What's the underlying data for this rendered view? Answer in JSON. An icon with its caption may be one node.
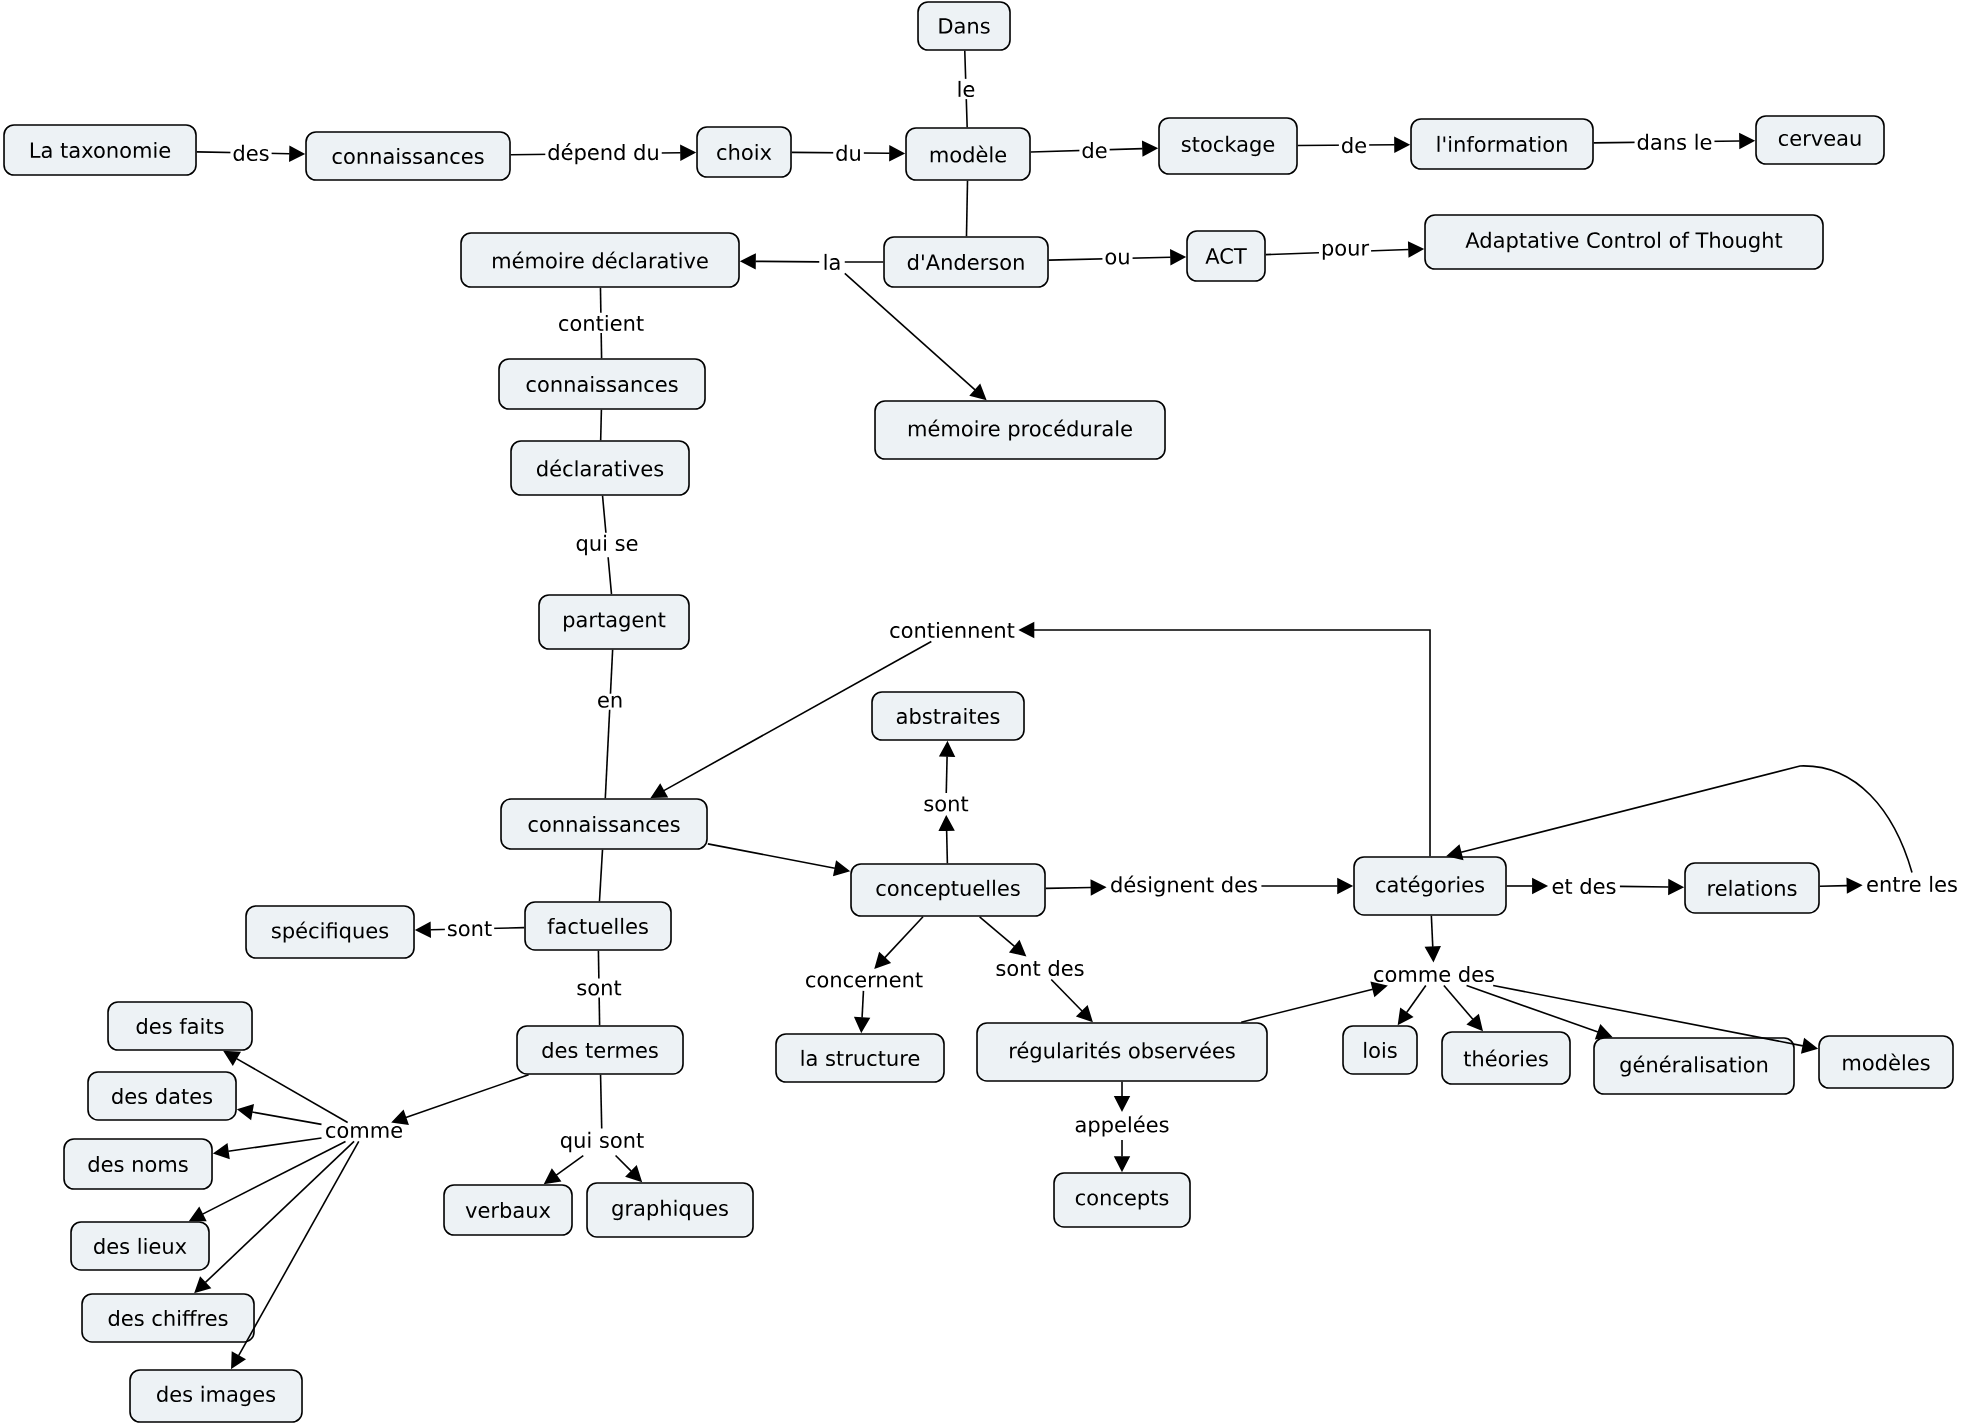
{
  "diagram": {
    "nodes": [
      {
        "text": [
          "Dans"
        ]
      },
      {
        "text": [
          "La taxonomie"
        ]
      },
      {
        "text": [
          "connaissances"
        ]
      },
      {
        "text": [
          "choix"
        ]
      },
      {
        "text": [
          "modèle"
        ]
      },
      {
        "text": [
          "stockage"
        ]
      },
      {
        "text": [
          "l'information"
        ]
      },
      {
        "text": [
          "cerveau"
        ]
      },
      {
        "text": [
          "mémoire déclarative"
        ]
      },
      {
        "text": [
          "la"
        ]
      },
      {
        "text": [
          "d'Anderson"
        ]
      },
      {
        "text": [
          "ACT"
        ]
      },
      {
        "text": [
          "Adaptative Control of Thought"
        ]
      },
      {
        "text": [
          "connaissances"
        ]
      },
      {
        "text": [
          "mémoire procédurale"
        ]
      },
      {
        "text": [
          "déclaratives"
        ]
      },
      {
        "text": [
          "partagent"
        ]
      },
      {
        "text": [
          "contiennent"
        ]
      },
      {
        "text": [
          "abstraites"
        ]
      },
      {
        "text": [
          "sont"
        ]
      },
      {
        "text": [
          "connaissances"
        ]
      },
      {
        "text": [
          "conceptuelles"
        ]
      },
      {
        "text": [
          "désignent des"
        ]
      },
      {
        "text": [
          "catégories"
        ]
      },
      {
        "text": [
          "et des"
        ]
      },
      {
        "text": [
          "relations"
        ]
      },
      {
        "text": [
          "entre les"
        ]
      },
      {
        "text": [
          "spécifiques"
        ]
      },
      {
        "text": [
          "factuelles"
        ]
      },
      {
        "text": [
          "concernent"
        ]
      },
      {
        "text": [
          "sont des"
        ]
      },
      {
        "text": [
          "comme des"
        ]
      },
      {
        "text": [
          "des faits"
        ]
      },
      {
        "text": [
          "des termes"
        ]
      },
      {
        "text": [
          "la structure"
        ]
      },
      {
        "text": [
          "régularités observées"
        ]
      },
      {
        "text": [
          "lois"
        ]
      },
      {
        "text": [
          "théories"
        ]
      },
      {
        "text": [
          "généralisation"
        ]
      },
      {
        "text": [
          "modèles"
        ]
      },
      {
        "text": [
          "des dates"
        ]
      },
      {
        "text": [
          "comme"
        ]
      },
      {
        "text": [
          "qui sont"
        ]
      },
      {
        "text": [
          "appelées"
        ]
      },
      {
        "text": [
          "des noms"
        ]
      },
      {
        "text": [
          "verbaux"
        ]
      },
      {
        "text": [
          "graphiques"
        ]
      },
      {
        "text": [
          "concepts"
        ]
      },
      {
        "text": [
          "des lieux"
        ]
      },
      {
        "text": [
          "des chiffres"
        ]
      },
      {
        "text": [
          "des images"
        ]
      }
    ],
    "edges": [
      {
        "from": 0,
        "to": 4,
        "arrow": "none",
        "label": "le"
      },
      {
        "from": 1,
        "to": 2,
        "arrow": "to",
        "label": "des"
      },
      {
        "from": 2,
        "to": 3,
        "arrow": "to",
        "label": "dépend du"
      },
      {
        "from": 3,
        "to": 4,
        "arrow": "to",
        "label": "du"
      },
      {
        "from": 4,
        "to": 5,
        "arrow": "to",
        "label": "de"
      },
      {
        "from": 5,
        "to": 6,
        "arrow": "to",
        "label": "de"
      },
      {
        "from": 6,
        "to": 7,
        "arrow": "to",
        "label": "dans le"
      },
      {
        "from": 4,
        "to": 10,
        "arrow": "none"
      },
      {
        "from": 10,
        "to": 9,
        "arrow": "none"
      },
      {
        "from": 9,
        "to": 8,
        "arrow": "to"
      },
      {
        "from": 9,
        "to": 14,
        "arrow": "to"
      },
      {
        "from": 10,
        "to": 11,
        "arrow": "to",
        "label": "ou"
      },
      {
        "from": 11,
        "to": 12,
        "arrow": "to",
        "label": "pour"
      },
      {
        "from": 8,
        "to": 13,
        "arrow": "none",
        "label": "contient"
      },
      {
        "from": 13,
        "to": 15,
        "arrow": "none"
      },
      {
        "from": 15,
        "to": 16,
        "arrow": "none",
        "label": "qui se"
      },
      {
        "from": 16,
        "to": 20,
        "arrow": "none",
        "label": "en"
      },
      {
        "from": 23,
        "to": 17,
        "arrow": "to"
      },
      {
        "from": 17,
        "to": 20,
        "arrow": "to"
      },
      {
        "from": 20,
        "to": 21,
        "arrow": "to"
      },
      {
        "from": 20,
        "to": 28,
        "arrow": "none"
      },
      {
        "from": 21,
        "to": 19,
        "arrow": "to"
      },
      {
        "from": 19,
        "to": 18,
        "arrow": "to"
      },
      {
        "from": 21,
        "to": 22,
        "arrow": "to"
      },
      {
        "from": 22,
        "to": 23,
        "arrow": "to"
      },
      {
        "from": 23,
        "to": 24,
        "arrow": "to"
      },
      {
        "from": 24,
        "to": 25,
        "arrow": "to"
      },
      {
        "from": 25,
        "to": 26,
        "arrow": "to"
      },
      {
        "from": 26,
        "to": 23,
        "arrow": "to"
      },
      {
        "from": 28,
        "to": 27,
        "arrow": "to",
        "label": "sont"
      },
      {
        "from": 28,
        "to": 33,
        "arrow": "none",
        "label": "sont"
      },
      {
        "from": 21,
        "to": 29,
        "arrow": "to"
      },
      {
        "from": 29,
        "to": 34,
        "arrow": "to"
      },
      {
        "from": 21,
        "to": 30,
        "arrow": "to"
      },
      {
        "from": 30,
        "to": 35,
        "arrow": "to"
      },
      {
        "from": 23,
        "to": 31,
        "arrow": "to"
      },
      {
        "from": 35,
        "to": 31,
        "arrow": "to"
      },
      {
        "from": 31,
        "to": 36,
        "arrow": "to"
      },
      {
        "from": 31,
        "to": 37,
        "arrow": "to"
      },
      {
        "from": 31,
        "to": 38,
        "arrow": "to"
      },
      {
        "from": 31,
        "to": 39,
        "arrow": "to"
      },
      {
        "from": 33,
        "to": 41,
        "arrow": "to"
      },
      {
        "from": 41,
        "to": 32,
        "arrow": "to"
      },
      {
        "from": 41,
        "to": 40,
        "arrow": "to"
      },
      {
        "from": 41,
        "to": 44,
        "arrow": "to"
      },
      {
        "from": 41,
        "to": 48,
        "arrow": "to"
      },
      {
        "from": 41,
        "to": 49,
        "arrow": "to"
      },
      {
        "from": 41,
        "to": 50,
        "arrow": "to"
      },
      {
        "from": 33,
        "to": 42,
        "arrow": "none"
      },
      {
        "from": 42,
        "to": 45,
        "arrow": "to"
      },
      {
        "from": 42,
        "to": 46,
        "arrow": "to"
      },
      {
        "from": 35,
        "to": 43,
        "arrow": "to"
      },
      {
        "from": 43,
        "to": 47,
        "arrow": "to"
      }
    ]
  }
}
